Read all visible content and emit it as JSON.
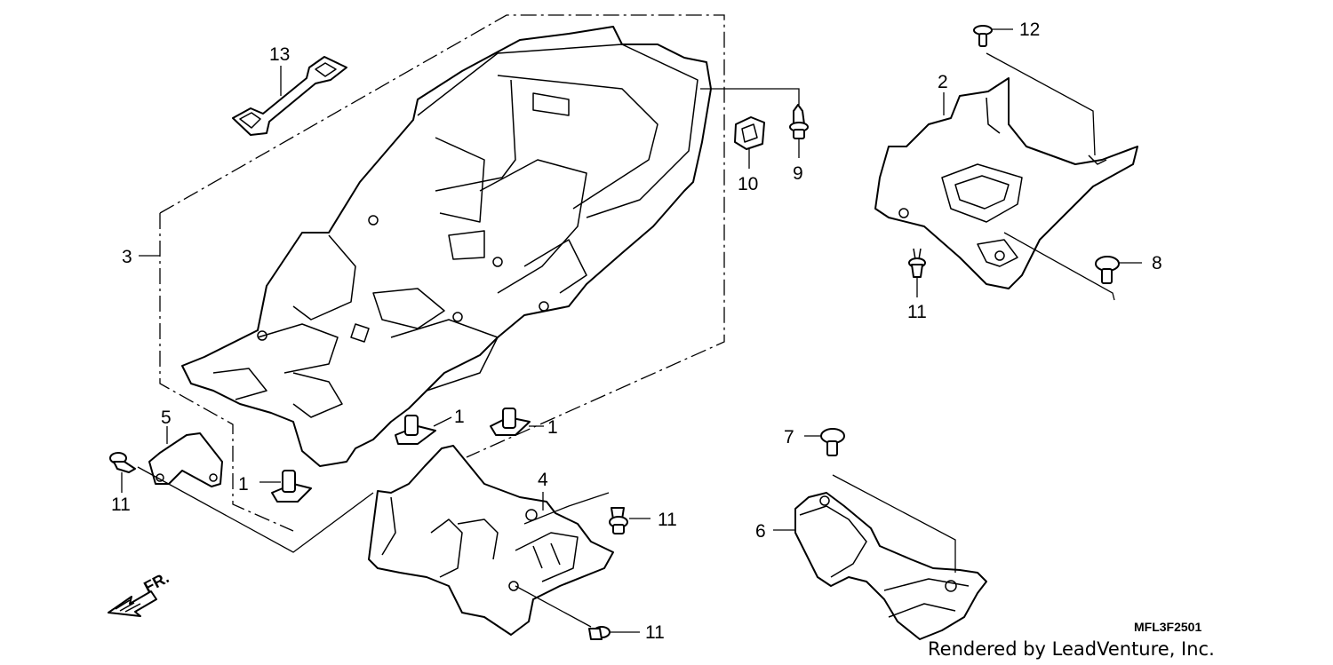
{
  "callouts": {
    "c1a": "1",
    "c1b": "1",
    "c1c": "1",
    "c2": "2",
    "c3": "3",
    "c4": "4",
    "c5": "5",
    "c6": "6",
    "c7": "7",
    "c8": "8",
    "c9": "9",
    "c10": "10",
    "c11a": "11",
    "c11b": "11",
    "c11c": "11",
    "c11d": "11",
    "c12": "12",
    "c13": "13"
  },
  "direction_label": "FR.",
  "diagram_code": "MFL3F2501",
  "credit": "Rendered by LeadVenture, Inc."
}
